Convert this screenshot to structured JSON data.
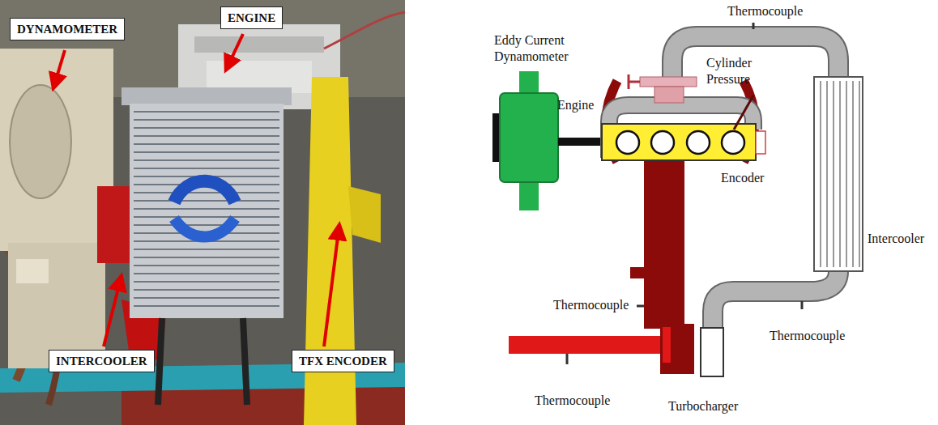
{
  "diagram": {
    "nodes": [
      {
        "text": [
          "DYNAMOMETER"
        ]
      },
      {
        "text": [
          "ENGINE"
        ]
      },
      {
        "text": [
          "INTERCOOLER"
        ]
      },
      {
        "text": [
          "TFX ENCODER"
        ]
      }
    ],
    "labels": [
      "Thermocouple",
      "Eddy Current Dynamometer",
      "Engine",
      "Cylinder Pressure",
      "Encoder",
      "Intercooler",
      "Thermocouple",
      "Thermocouple",
      "Thermocouple",
      "Turbocharger"
    ]
  }
}
